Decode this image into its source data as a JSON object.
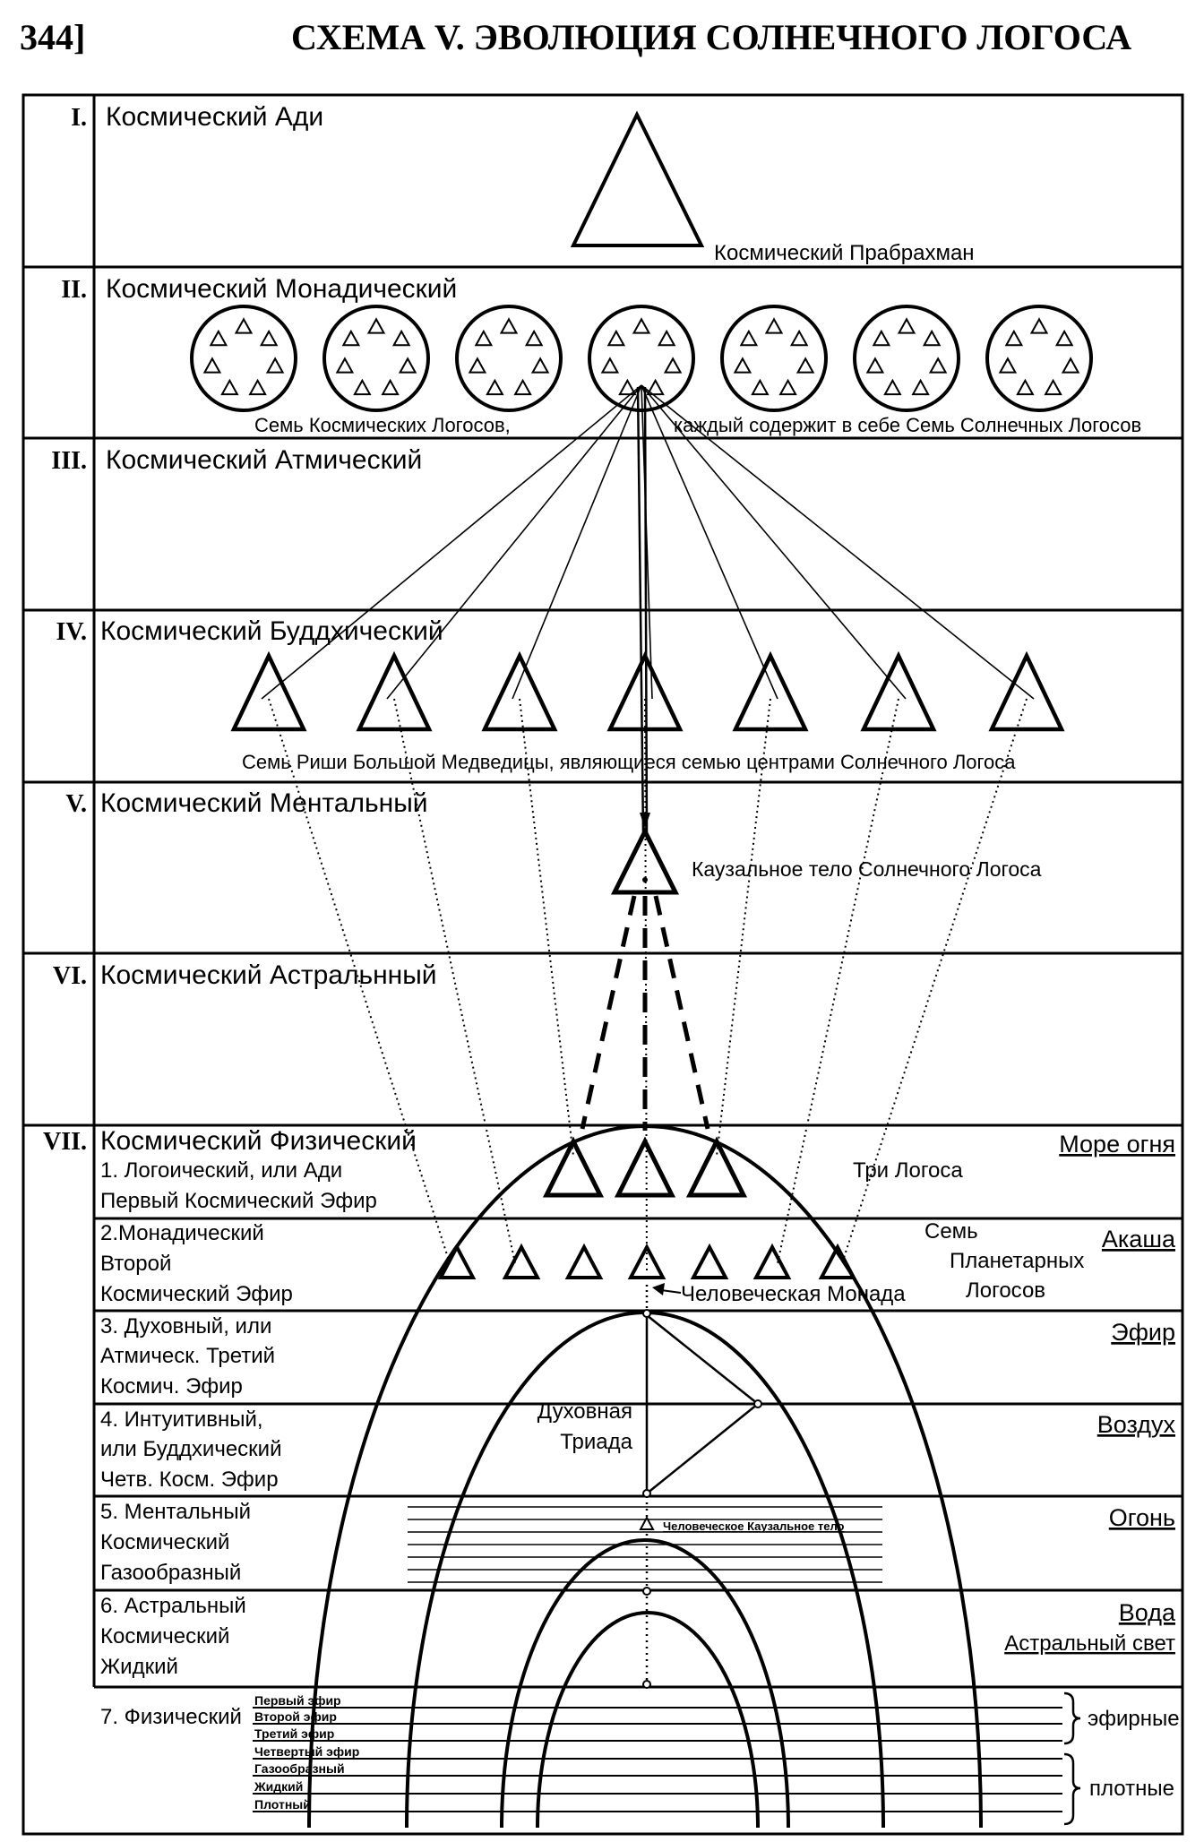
{
  "page_number": "344]",
  "title": "СХЕМА V. ЭВОЛЮЦИЯ СОЛНЕЧНОГО ЛОГОСА",
  "planes": [
    {
      "roman": "I.",
      "name": "Космический Ади"
    },
    {
      "roman": "II.",
      "name": "Космический Монадический"
    },
    {
      "roman": "III.",
      "name": "Космический Атмический"
    },
    {
      "roman": "IV.",
      "name": "Космический Буддхический"
    },
    {
      "roman": "V.",
      "name": "Космический Ментальный"
    },
    {
      "roman": "VI.",
      "name": "Космический Астральнный"
    },
    {
      "roman": "VII.",
      "name": "Космический Физический"
    }
  ],
  "captions": {
    "prabrahman": "Космический Прабрахман",
    "seven_logoi_a": "Семь Космических Логосов,",
    "seven_logoi_b": "каждый  содержит в себе Семь Солнечных Логосов",
    "rishis": "Семь Риши Большой Медведицы, являющиеся  семью центрами Солнечного Логоса",
    "causal_body": "Каузальное тело Солнечного Логоса",
    "three_logoi": "Три Логоса",
    "seven_planetary_1": "Семь",
    "seven_planetary_2": "Планетарных",
    "seven_planetary_3": "Логосов",
    "human_monad": "Человеческая Монада",
    "spiritual_triad_1": "Духовная",
    "spiritual_triad_2": "Триада",
    "human_causal": "Человеческое Каузальное тело"
  },
  "subplanes": [
    {
      "lines": [
        "1. Логоический, или Ади",
        "Первый Космический Эфир"
      ],
      "element": "Море огня"
    },
    {
      "lines": [
        "2.Монадический",
        "Второй",
        "Космический Эфир"
      ],
      "element": "Акаша"
    },
    {
      "lines": [
        "3. Духовный, или",
        "Атмическ. Третий",
        "Космич. Эфир"
      ],
      "element": "Эфир"
    },
    {
      "lines": [
        "4. Интуитивный,",
        "или Буддхический",
        "Четв. Косм. Эфир"
      ],
      "element": "Воздух"
    },
    {
      "lines": [
        "5. Ментальный",
        "Космический",
        "Газообразный"
      ],
      "element": "Огонь"
    },
    {
      "lines": [
        "6. Астральный",
        "Космический",
        "Жидкий"
      ],
      "element": "Вода",
      "element2": "Астральный свет"
    },
    {
      "lines": [
        "7. Физический"
      ],
      "element": ""
    }
  ],
  "physical_levels": [
    "Первый эфир",
    "Второй эфир",
    "Третий эфир",
    "Четвертый эфир",
    "Газообразный",
    "Жидкий",
    "Плотный"
  ],
  "physical_groups": {
    "etheric": "эфирные",
    "dense": "плотные"
  }
}
